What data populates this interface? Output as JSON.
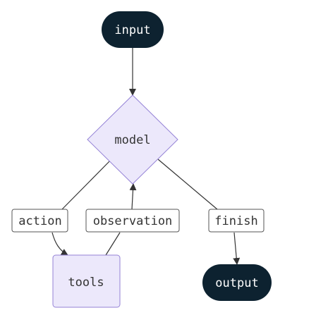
{
  "nodes": {
    "input": "input",
    "model": "model",
    "tools": "tools",
    "output": "output"
  },
  "edge_labels": {
    "action": "action",
    "observation": "observation",
    "finish": "finish"
  },
  "colors": {
    "terminal_fill": "#0d2230",
    "process_fill": "#ece8fb",
    "process_stroke": "#9482d6",
    "edge": "#333333",
    "background": "#ffffff"
  }
}
